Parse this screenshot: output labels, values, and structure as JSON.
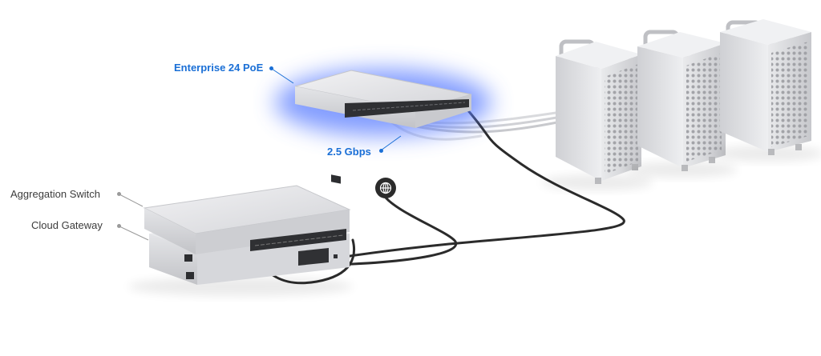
{
  "labels": {
    "enterprise_switch": "Enterprise 24 PoE",
    "link_speed": "2.5 Gbps",
    "aggregation_switch": "Aggregation Switch",
    "cloud_gateway": "Cloud Gateway"
  },
  "icons": {
    "internet": "globe-icon"
  },
  "colors": {
    "accent": "#1a6fd6",
    "glow": "#5a7dff",
    "label_text": "#3c3c3c",
    "device_silver": "#d9dade",
    "cable": "#2b2b2b"
  }
}
